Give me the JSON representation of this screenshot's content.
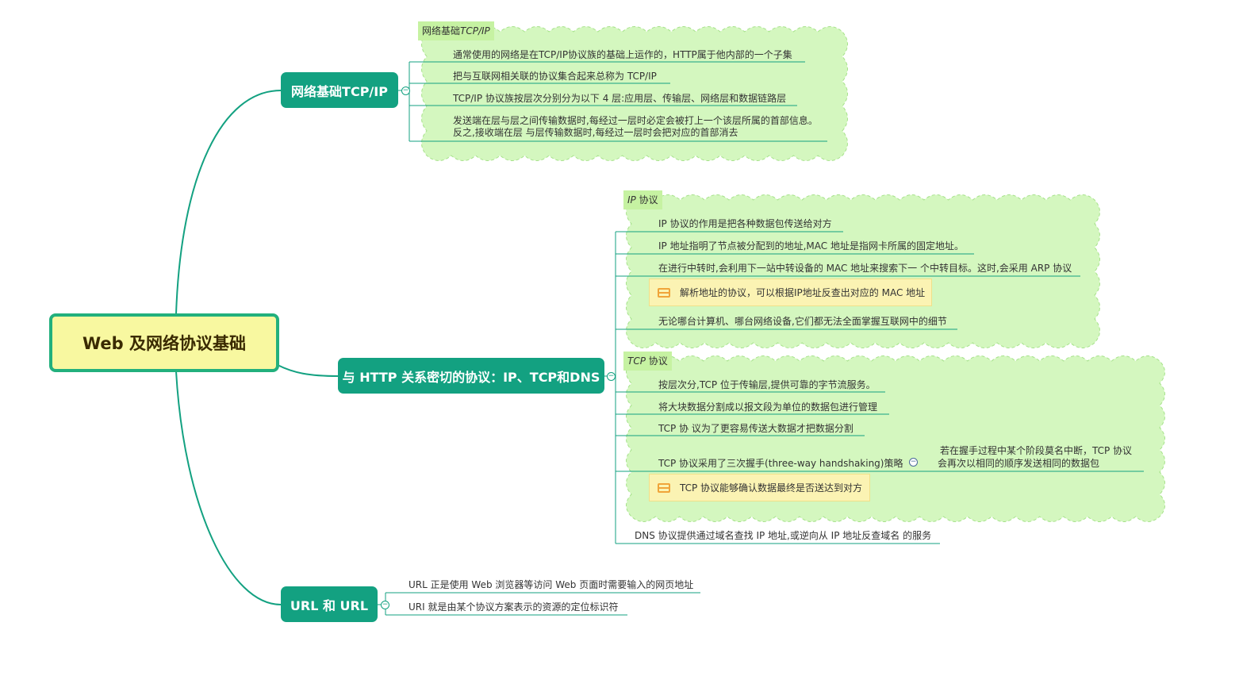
{
  "root": {
    "title": "Web 及网络协议基础"
  },
  "branches": {
    "tcpip": {
      "title": "网络基础TCP/IP",
      "boundary_label_a": "网络基础",
      "boundary_label_b": "TCP/IP",
      "items": [
        "通常使用的网络是在TCP/IP协议族的基础上运作的，HTTP属于他内部的一个子集",
        "把与互联网相关联的协议集合起来总称为 TCP/IP",
        "TCP/IP 协议族按层次分别分为以下 4 层:应用层、传输层、网络层和数据链路层",
        "发送端在层与层之间传输数据时,每经过一层时必定会被打上一个该层所属的首部信息。",
        "反之,接收端在层 与层传输数据时,每经过一层时会把对应的首部消去"
      ]
    },
    "http": {
      "title": "与 HTTP 关系密切的协议：IP、TCP和DNS",
      "ip": {
        "boundary_label_a": "IP",
        "boundary_label_b": " 协议",
        "items": [
          "IP 协议的作用是把各种数据包传送给对方",
          "IP 地址指明了节点被分配到的地址,MAC 地址是指网卡所属的固定地址。",
          "在进行中转时,会利用下一站中转设备的 MAC 地址来搜索下一 个中转目标。这时,会采用 ARP 协议",
          "无论哪台计算机、哪台网络设备,它们都无法全面掌握互联网中的细节"
        ],
        "note": "解析地址的协议，可以根据IP地址反查出对应的 MAC 地址"
      },
      "tcp": {
        "boundary_label_a": "TCP",
        "boundary_label_b": " 协议",
        "items": [
          "按层次分,TCP 位于传输层,提供可靠的字节流服务。",
          "将大块数据分割成以报文段为单位的数据包进行管理",
          "TCP 协 议为了更容易传送大数据才把数据分割",
          "TCP 协议采用了三次握手(three-way handshaking)策略"
        ],
        "handshake_detail": [
          "若在握手过程中某个阶段莫名中断，TCP 协议",
          "会再次以相同的顺序发送相同的数据包"
        ],
        "note": "TCP 协议能够确认数据最终是否送达到对方"
      },
      "dns": "DNS 协议提供通过域名查找 IP 地址,或逆向从 IP 地址反查域名 的服务"
    },
    "url": {
      "title": "URL 和 URL",
      "items": [
        "URL 正是使用 Web 浏览器等访问 Web 页面时需要输入的网页地址",
        "URI 就是由某个协议方案表示的资源的定位标识符"
      ]
    }
  },
  "colors": {
    "branch": "#13a181",
    "root_fill": "#f8f8a0",
    "boundary_fill": "#d4f7bf",
    "boundary_stroke": "#a6e28a",
    "boundary_tag": "#c6f2a2",
    "note_fill": "#fbf3b3",
    "note_icon": "#f0a43a"
  },
  "icons": {
    "note": "notes-icon",
    "collapse": "collapse-minus-icon"
  }
}
